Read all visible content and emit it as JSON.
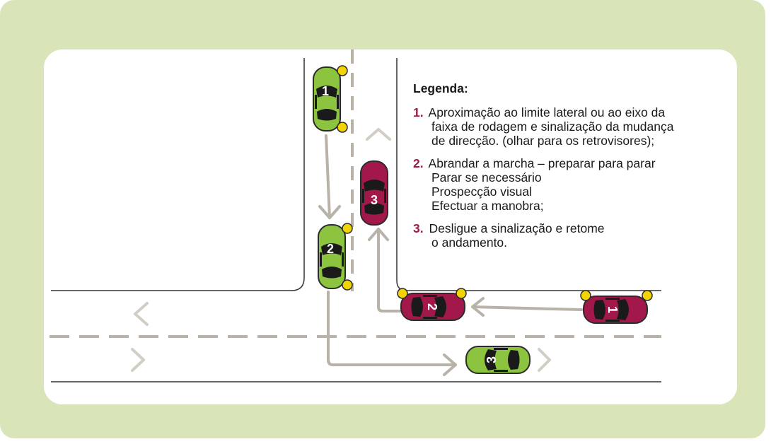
{
  "legend": {
    "title": "Legenda:",
    "items": [
      {
        "number": "1.",
        "lines": [
          "Aproximação ao limite lateral ou ao eixo da",
          "faixa de rodagem e sinalização da mudança",
          "de direcção. (olhar para os retrovisores);"
        ]
      },
      {
        "number": "2.",
        "lines": [
          "Abrandar a marcha – preparar para parar",
          "Parar se necessário",
          "Prospecção visual",
          "Efectuar a manobra;"
        ]
      },
      {
        "number": "3.",
        "lines": [
          "Desligue a sinalização e retome",
          "o andamento."
        ]
      }
    ]
  },
  "cars": {
    "green": [
      {
        "label": "1"
      },
      {
        "label": "2"
      },
      {
        "label": "3"
      }
    ],
    "red": [
      {
        "label": "1"
      },
      {
        "label": "2"
      },
      {
        "label": "3"
      }
    ]
  },
  "colors": {
    "background": "#d9e5b9",
    "panel": "#ffffff",
    "green_car": "#8cc43f",
    "red_car": "#a3184a",
    "indicator": "#f2d500",
    "path_arrow": "#b8b2a8",
    "lane_dash": "#b8b2a8",
    "road_edge": "#333333",
    "legend_number": "#a3184a"
  },
  "icons": {
    "direction_chevron": "chevron-icon",
    "path_arrow": "arrow-icon"
  }
}
